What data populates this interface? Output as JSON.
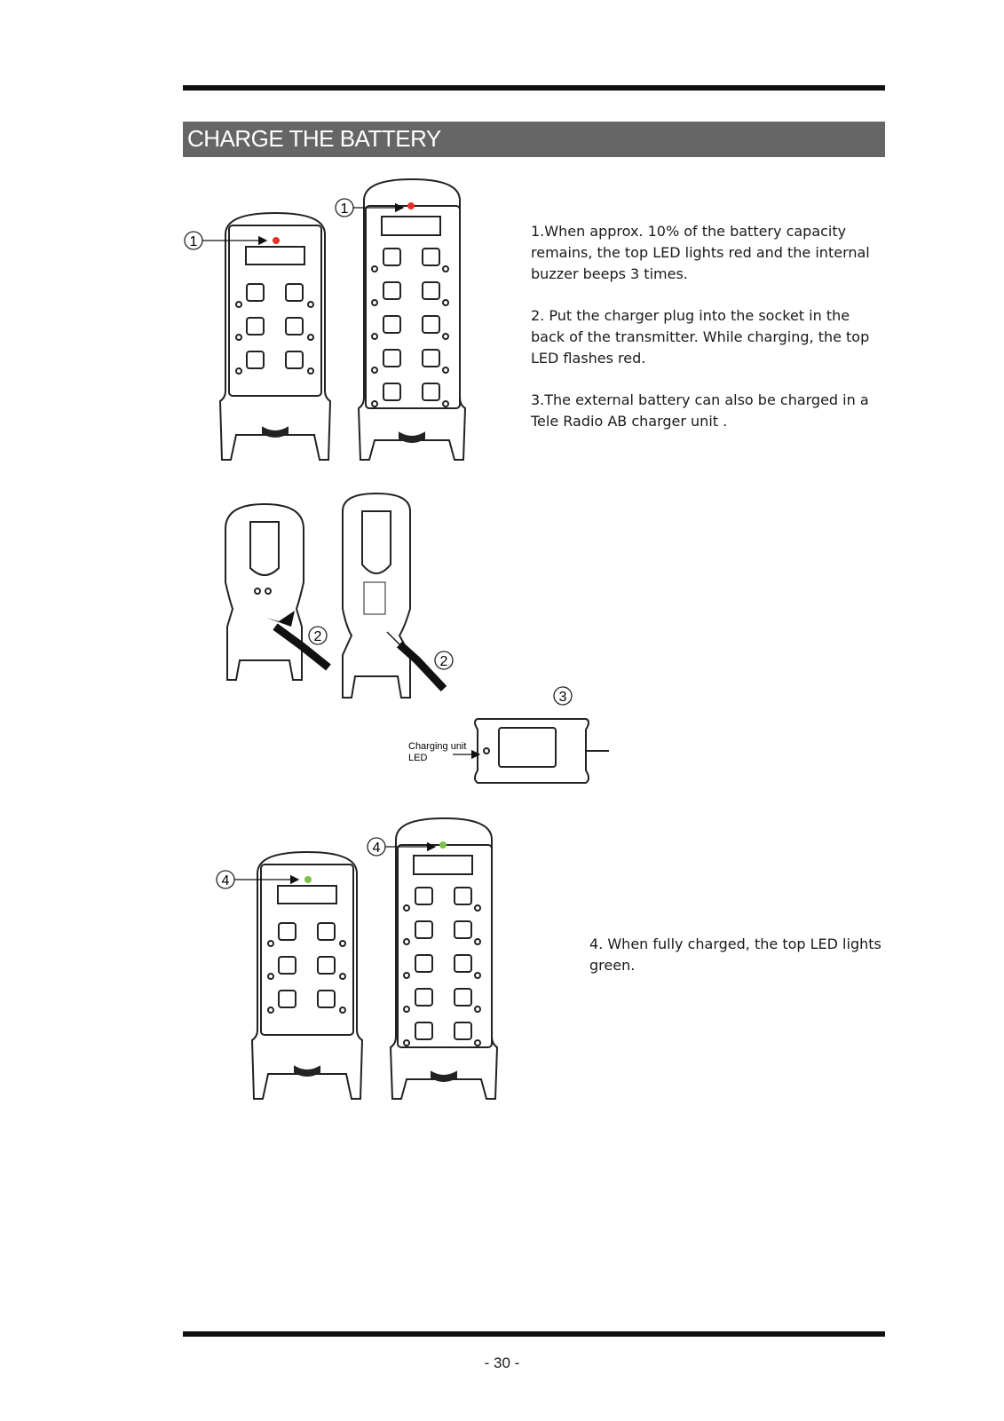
{
  "header": {
    "title": "CHARGE THE BATTERY"
  },
  "steps": [
    {
      "text": "1.When approx. 10% of the battery capacity remains, the top LED lights red and the internal buzzer beeps 3 times."
    },
    {
      "text": "2. Put the charger plug into the socket in the back of the transmitter. While charging, the top LED flashes red."
    },
    {
      "text": "3.The external battery can also be charged in a Tele Radio AB charger unit ."
    },
    {
      "text": "4. When fully charged, the top LED lights green."
    }
  ],
  "figures": {
    "callout_1": "1",
    "callout_2": "2",
    "callout_3": "3",
    "callout_4": "4",
    "charging_unit_label_line1": "Charging unit",
    "charging_unit_label_line2": "LED",
    "colors": {
      "led_red": "#e8302a",
      "led_green": "#7cc24a"
    }
  },
  "footer": {
    "page_number": "- 30 -"
  }
}
